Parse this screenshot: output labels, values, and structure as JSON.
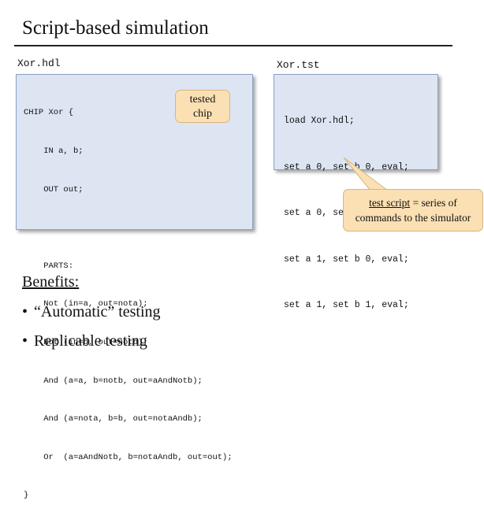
{
  "slide": {
    "title": "Script-based simulation"
  },
  "hdl": {
    "filename": "Xor.hdl",
    "lines": [
      "CHIP Xor {",
      "    IN a, b;",
      "    OUT out;",
      "",
      "    PARTS:",
      "    Not (in=a, out=nota);",
      "    Not (in=b, out=notb);",
      "    And (a=a, b=notb, out=aAndNotb);",
      "    And (a=nota, b=b, out=notaAndb);",
      "    Or  (a=aAndNotb, b=notaAndb, out=out);",
      "}"
    ],
    "callout": {
      "line1": "tested",
      "line2": "chip"
    }
  },
  "tst": {
    "filename": "Xor.tst",
    "lines": [
      "load Xor.hdl;",
      "set a 0, set b 0, eval;",
      "set a 0, set b 1, eval;",
      "set a 1, set b 0, eval;",
      "set a 1, set b 1, eval;"
    ],
    "callout": {
      "underlined": "test script",
      "rest": " = series of",
      "line2": "commands to the simulator"
    }
  },
  "benefits": {
    "heading": "Benefits:",
    "items": [
      "“Automatic” testing",
      "Replicable testing"
    ]
  },
  "colors": {
    "code_box_bg": "#dde5f3",
    "callout_bg": "#fbe0b4"
  }
}
